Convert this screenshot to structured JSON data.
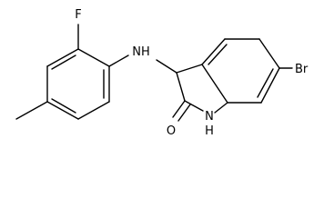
{
  "molecule": {
    "atoms": {
      "fluorine": "F",
      "amine_nh": "NH",
      "bromine": "Br",
      "carbonyl_oxygen": "O",
      "indole_nh": "H",
      "indole_n": "N"
    }
  }
}
